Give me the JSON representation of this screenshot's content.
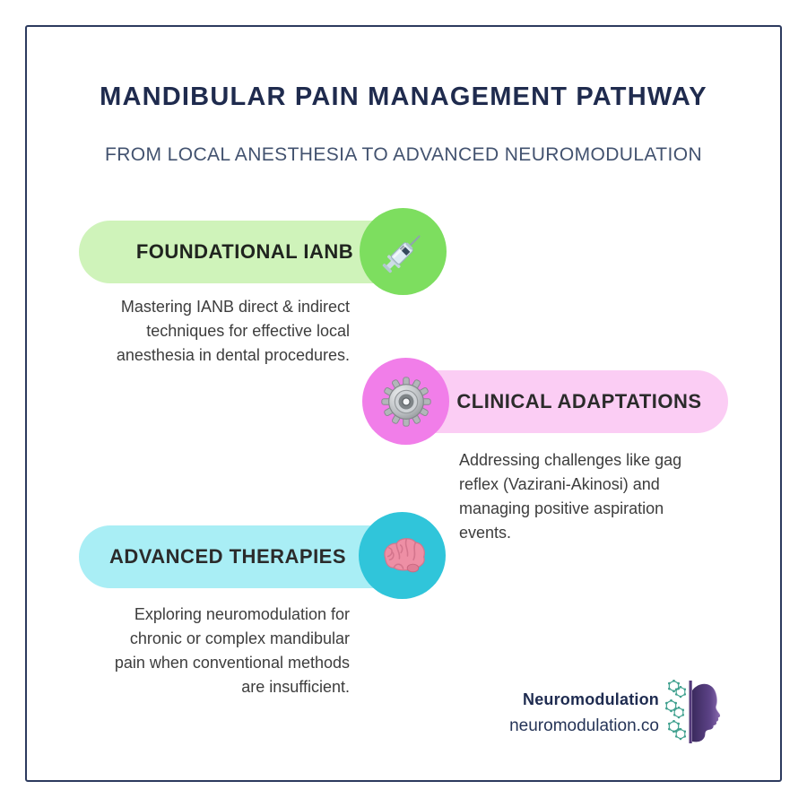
{
  "header": {
    "title": "MANDIBULAR PAIN MANAGEMENT PATHWAY",
    "subtitle": "FROM LOCAL ANESTHESIA TO ADVANCED NEUROMODULATION"
  },
  "steps": [
    {
      "label": "FOUNDATIONAL IANB",
      "description": "Mastering IANB direct & indirect techniques for effective local anesthesia in dental procedures.",
      "icon": "syringe-icon",
      "pill_color": "#cff3ba",
      "circle_color": "#7dde5f"
    },
    {
      "label": "CLINICAL ADAPTATIONS",
      "description": "Addressing challenges like gag reflex (Vazirani-Akinosi) and managing positive aspiration events.",
      "icon": "gear-icon",
      "pill_color": "#fbcdf4",
      "circle_color": "#f17ee9"
    },
    {
      "label": "ADVANCED THERAPIES",
      "description": "Exploring neuromodulation for chronic or complex mandibular pain when conventional methods are insufficient.",
      "icon": "brain-icon",
      "pill_color": "#a9eef5",
      "circle_color": "#30c5da"
    }
  ],
  "brand": {
    "name": "Neuromodulation",
    "website": "neuromodulation.co"
  },
  "theme": {
    "border_navy": "#2c3a5e",
    "title_navy": "#1f2b4e",
    "subtitle_navy": "#42526f",
    "heading_text": "#20241f",
    "body_text": "#3d3d3d",
    "logo_purple": "#5a3f82",
    "logo_molecule_teal": "#3fa08e"
  }
}
